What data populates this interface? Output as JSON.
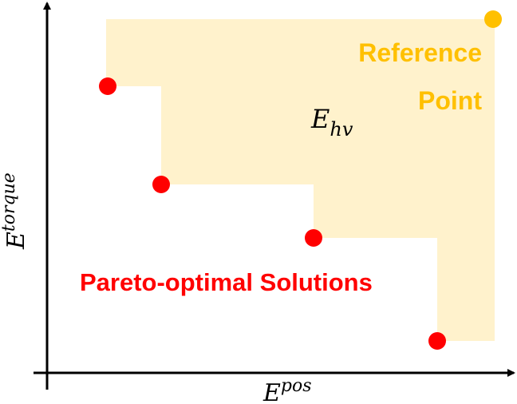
{
  "colors": {
    "hypervolume_fill": "#FFF2CC",
    "reference_point": "#FFC000",
    "pareto_points": "#FF0000",
    "axes": "#000000"
  },
  "x_axis": {
    "base": "E",
    "sup": "pos"
  },
  "y_axis": {
    "base": "E",
    "sup": "torque"
  },
  "hypervolume_label": {
    "base": "E",
    "sub": "hv"
  },
  "reference_label": {
    "line1": "Reference",
    "line2": "Point"
  },
  "pareto_label": "Pareto-optimal Solutions",
  "pareto_point_count": 4
}
